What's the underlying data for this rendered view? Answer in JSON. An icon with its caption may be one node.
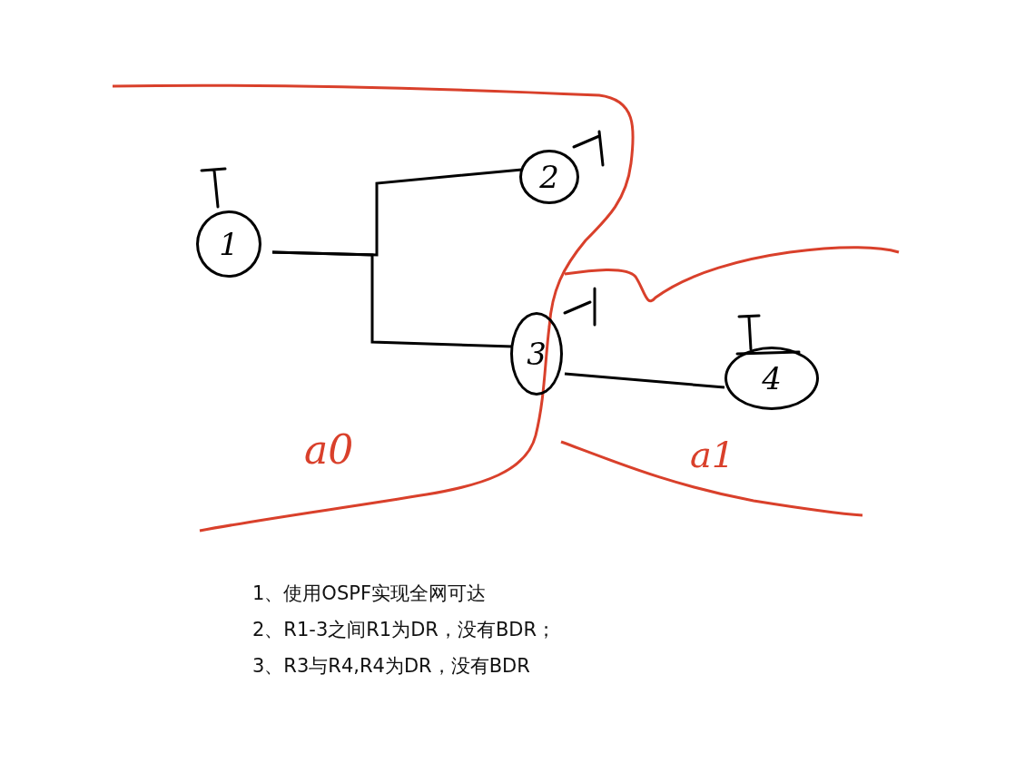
{
  "diagram": {
    "nodes": [
      {
        "text": [
          "1"
        ]
      },
      {
        "text": [
          "2"
        ]
      },
      {
        "text": [
          "3"
        ]
      },
      {
        "text": [
          "4"
        ]
      }
    ],
    "edges": [
      {
        "from": 0,
        "to": 1,
        "arrow": "none"
      },
      {
        "from": 0,
        "to": 2,
        "arrow": "none"
      },
      {
        "from": 2,
        "to": 3,
        "arrow": "none"
      }
    ],
    "labels": [
      "a0",
      "a1",
      "1、使用OSPF实现全网可达",
      "2、R1-3之间R1为DR，没有BDR；",
      "3、R3与R4,R4为DR，没有BDR"
    ]
  }
}
